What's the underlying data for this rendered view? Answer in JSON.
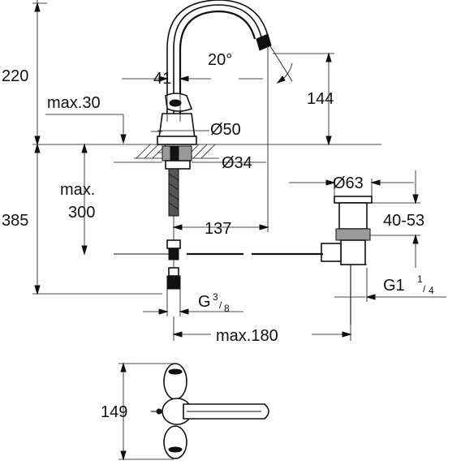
{
  "dimensions": {
    "total_height": "220",
    "spout_width": "41",
    "handle_height": "max.30",
    "spout_angle": "20°",
    "spout_height": "144",
    "base_diameter": "Ø50",
    "hole_diameter": "Ø34",
    "panel_thickness_label": "max.",
    "panel_thickness_value": "300",
    "below_deck": "385",
    "spout_reach": "137",
    "waste_diameter": "Ø63",
    "waste_range": "40-53",
    "waste_thread_main": "G1",
    "waste_thread_num": "1",
    "waste_thread_den": "4",
    "supply_thread_main": "G",
    "supply_thread_num": "3",
    "supply_thread_den": "8",
    "pullrod_length": "max.180",
    "top_view_length": "149"
  }
}
